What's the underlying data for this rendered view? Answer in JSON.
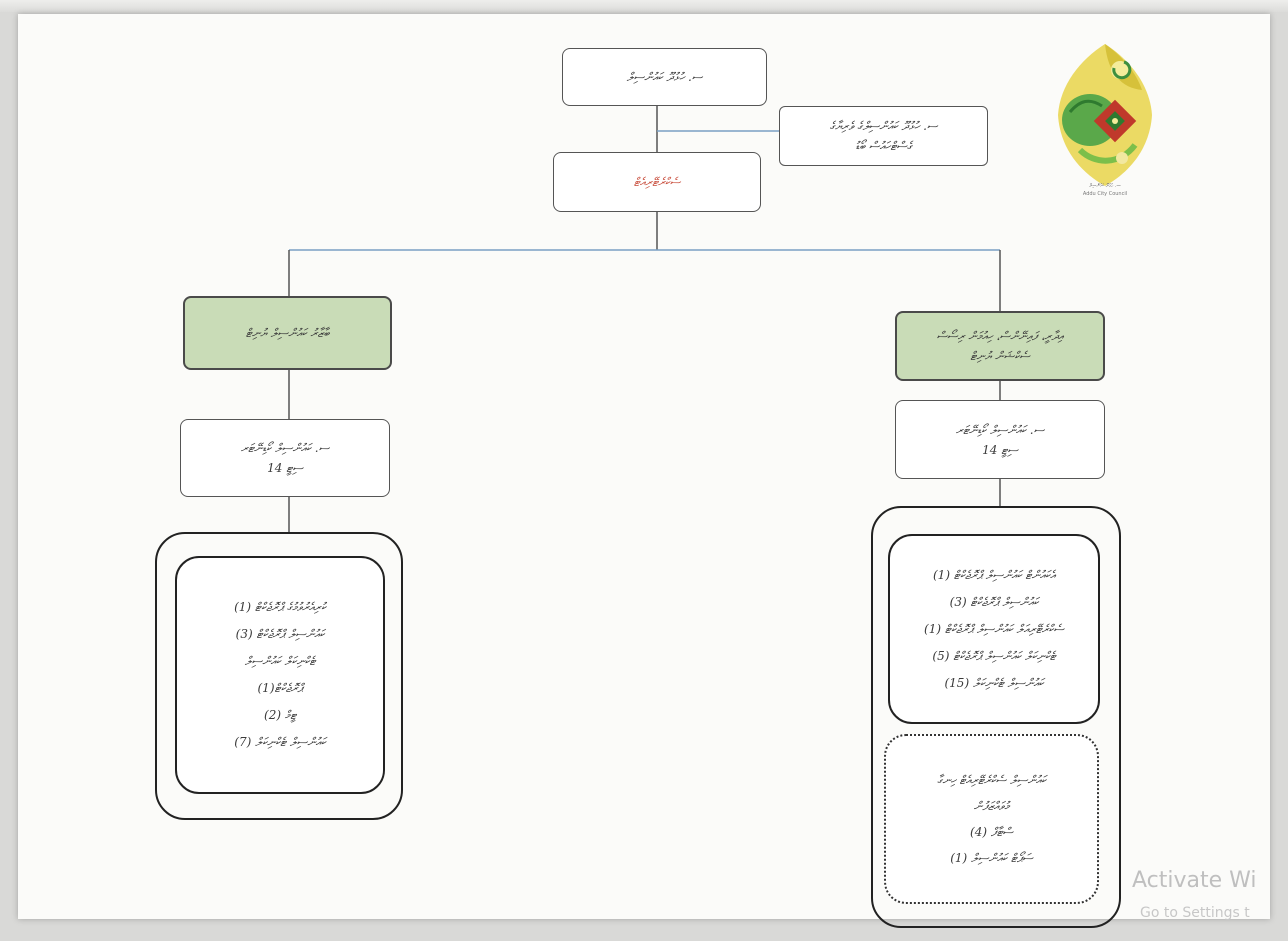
{
  "org_chart": {
    "top_node": {
      "text": "ސ. ހުޅުދޫ ކައުންސިލް"
    },
    "advisory_node": {
      "line1": "ސ. ހުޅުދޫ ކައުންސިލްގެ ވެރިޔާގެ",
      "line2": "ގެސްޓްހައުސް ބޯޑު"
    },
    "secretariat_node": {
      "text": "ސެކްރެޓޭރިއެޓް"
    },
    "left_unit": {
      "title": "ބާޒާރު ކައުންސިލް ޔުނިޓް",
      "head_line1": "ސ. ކައުންސިލް ކޯޑިނޭޓަރ",
      "head_line2": "ސިޓީ 14",
      "staff": [
        "ކުރިއެރުވުމުގެ ޕްރޮޖެކްޓް (1)",
        "ކައުންސިލް ޕްރޮޖެކްޓް (3)",
        "ޓެކްނިކަލް ކައުންސިލް",
        "ޕްރޮޖެކްޓް(1)",
        "ޓީމް (2)",
        "ކައުންސިލް ޓެކްނިކަލް (7)"
      ]
    },
    "right_unit": {
      "title_line1": "އިދާރީ، ފައިނޭންސް، ހިއުމަން ރިސޯސް",
      "title_line2": "ސެކްޝަން ޔުނިޓް",
      "head_line1": "ސ. ކައުންސިލް ކޯޑިނޭޓަރ",
      "head_line2": "ސިޓީ 14",
      "staff": [
        "އެކައުންޓް ކައުންސިލް ޕްރޮޖެކްޓް (1)",
        "ކައުންސިލް ޕްރޮޖެކްޓް (3)",
        "ސެކްރެޓޭރިއަލް ކައުންސިލް ޕްރޮޖެކްޓް (1)",
        "ޓެކްނިކަލް ކައުންސިލް ޕްރޮޖެކްޓް (5)",
        "ކައުންސިލް ޓެކްނިކަލް (15)"
      ],
      "extra": [
        "ކައުންސިލް ސެކްރެޓޭރިއެޓް ހިނގާ",
        "މުވައްޒަފުން",
        "ސްޓާފް (4)",
        "ސަޕޯޓް ކައުންސިލް (1)"
      ]
    }
  },
  "logo": {
    "icon": "council-emblem-icon",
    "caption_line1": "ސ. ހުޅުދޫ ކައުންސިލް",
    "caption_line2": "Addu City Council"
  },
  "watermark": {
    "line1": "Activate Wi",
    "line2": "Go to Settings t"
  },
  "colors": {
    "green_box": "#c9dcb7",
    "connector": "#7aa0c4",
    "secretariat_text": "#c94f3e"
  }
}
